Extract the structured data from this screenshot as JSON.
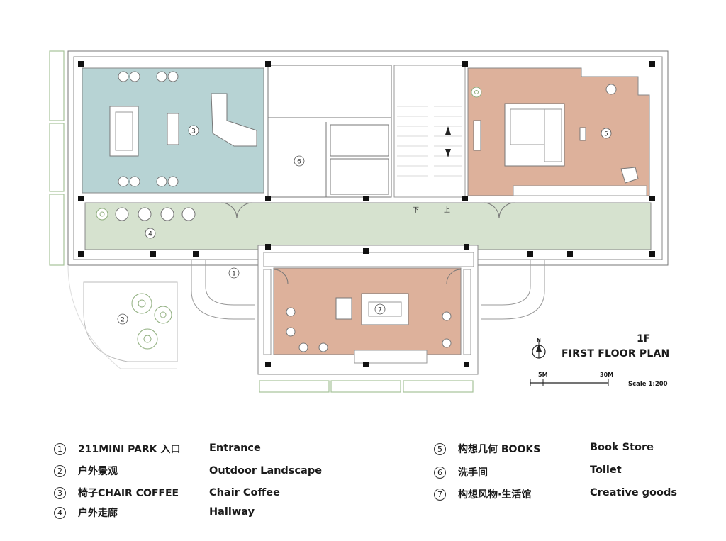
{
  "title": {
    "floor": "1F",
    "plan": "FIRST FLOOR PLAN",
    "north": "N",
    "scale_5m": "5M",
    "scale_30m": "30M",
    "scale_ratio": "Scale 1:200"
  },
  "stairs": {
    "down": "下",
    "up": "上"
  },
  "zones": [
    {
      "num": "1",
      "name_cn": "211MINI PARK 入口",
      "name_en": "Entrance",
      "color": "#ffffff"
    },
    {
      "num": "2",
      "name_cn": "户外景观",
      "name_en": "Outdoor Landscape",
      "color": "#ffffff"
    },
    {
      "num": "3",
      "name_cn": "椅子CHAIR COFFEE",
      "name_en": "Chair Coffee",
      "color": "#b7d3d4"
    },
    {
      "num": "4",
      "name_cn": "户外走廊",
      "name_en": "Hallway",
      "color": "#d6e2cf"
    },
    {
      "num": "5",
      "name_cn": "构想几何 BOOKS",
      "name_en": "Book Store",
      "color": "#ddb19b"
    },
    {
      "num": "6",
      "name_cn": "洗手间",
      "name_en": "Toilet",
      "color": "#ffffff"
    },
    {
      "num": "7",
      "name_cn": "构想风物·生活馆",
      "name_en": "Creative goods",
      "color": "#ddb19b"
    }
  ]
}
